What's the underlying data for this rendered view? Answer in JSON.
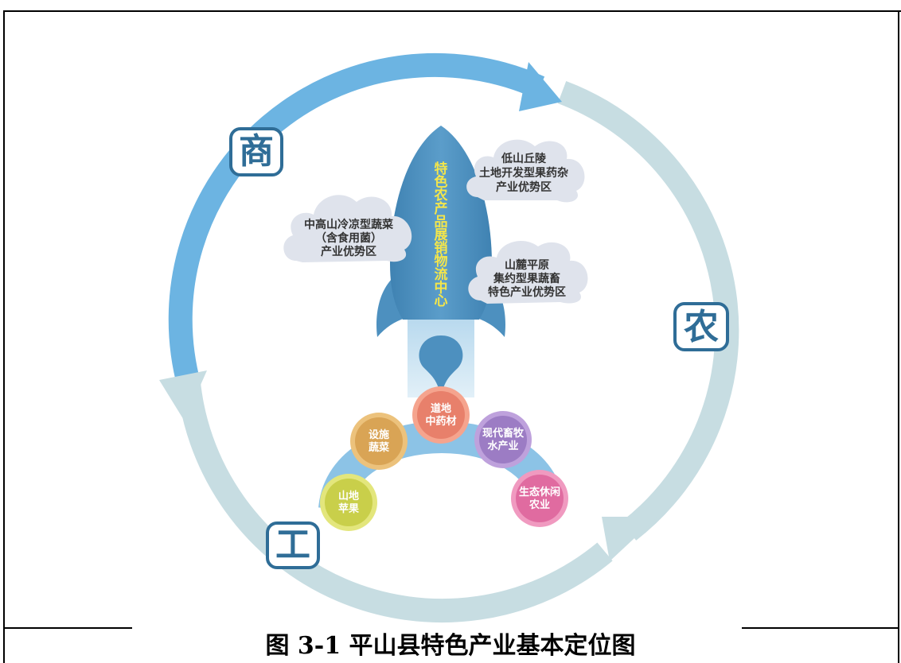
{
  "diagram": {
    "ring_labels": {
      "shang": "商",
      "nong": "农",
      "gong": "工"
    },
    "rocket_text": "特色农产品展销物流中心",
    "clouds": [
      {
        "lines": [
          "低山丘陵",
          "土地开发型果药杂",
          "产业优势区"
        ]
      },
      {
        "lines": [
          "中高山冷凉型蔬菜",
          "（含食用菌）",
          "产业优势区"
        ]
      },
      {
        "lines": [
          "山麓平原",
          "集约型果蔬畜",
          "特色产业优势区"
        ]
      }
    ],
    "circles": [
      {
        "lines": [
          "道地",
          "中药材"
        ],
        "color": "#e8806b",
        "ring": "#f5a48e"
      },
      {
        "lines": [
          "设施",
          "蔬菜"
        ],
        "color": "#d9a455",
        "ring": "#ecc27c"
      },
      {
        "lines": [
          "现代畜牧",
          "水产业"
        ],
        "color": "#9c7cc4",
        "ring": "#bea1dc"
      },
      {
        "lines": [
          "山地",
          "苹果"
        ],
        "color": "#c9cf4a",
        "ring": "#e3e67c"
      },
      {
        "lines": [
          "生态休闲",
          "农业"
        ],
        "color": "#e06ba0",
        "ring": "#f09ac0"
      }
    ],
    "colors": {
      "ring_blue": "#6cb4e2",
      "ring_grey": "#c7dde2",
      "rocket_blue": "#4d90bf",
      "rocket_text": "#f4e64a",
      "arch": "#8cc3e6",
      "cloud": "#dfe3ec"
    }
  },
  "caption": "图 3-1  平山县特色产业基本定位图"
}
